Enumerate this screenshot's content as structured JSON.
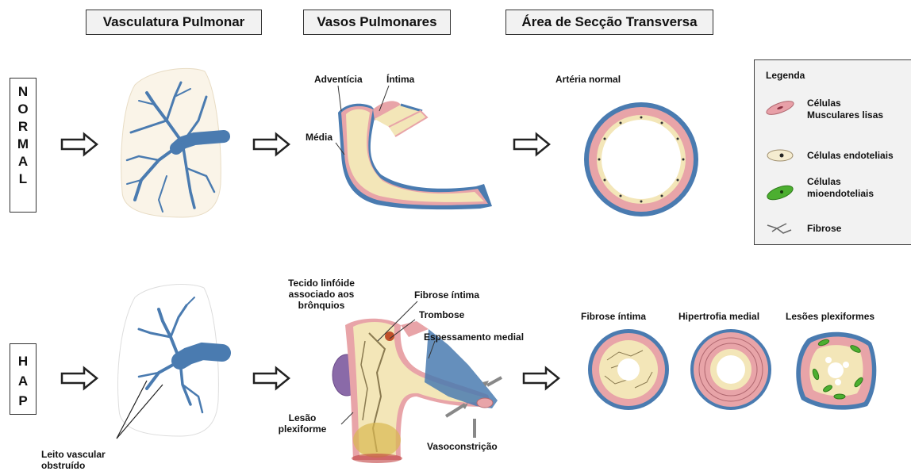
{
  "headers": {
    "vasculature": "Vasculatura Pulmonar",
    "vessels": "Vasos Pulmonares",
    "cross_section": "Área de Secção Transversa"
  },
  "rows": {
    "normal": [
      "N",
      "O",
      "R",
      "M",
      "A",
      "L"
    ],
    "hap": [
      "H",
      "A",
      "P"
    ]
  },
  "normal_labels": {
    "adventicia": "Adventícia",
    "intima": "Íntima",
    "media": "Média",
    "arteria_normal": "Artéria normal"
  },
  "hap_labels": {
    "tecido": "Tecido linfóide associado aos brônquios",
    "fibrose_intima": "Fibrose íntima",
    "trombose": "Trombose",
    "espessamento": "Espessamento  medial",
    "lesao": "Lesão plexiforme",
    "vasoconstricao": "Vasoconstrição",
    "leito": "Leito vascular obstruído",
    "cs_fibrose": "Fibrose íntima",
    "cs_hipertrofia": "Hipertrofia medial",
    "cs_lesoes": "Lesões plexiformes"
  },
  "legend": {
    "title": "Legenda",
    "items": [
      {
        "label": "Células Musculares lisas",
        "icon": "smooth-muscle-cell-icon",
        "color": "#e8a0a8"
      },
      {
        "label": "Células endoteliais",
        "icon": "endothelial-cell-icon",
        "color": "#f5ecd0"
      },
      {
        "label": "Células mioendoteliais",
        "icon": "myoendothelial-cell-icon",
        "color": "#4caf30"
      },
      {
        "label": "Fibrose",
        "icon": "fibrosis-icon",
        "color": "#888888"
      }
    ]
  },
  "colors": {
    "vessel_blue": "#4a7bb0",
    "muscle_pink": "#e8a4a8",
    "intima_cream": "#f3e6b8",
    "lung_bg": "#faf4e8",
    "plexiform_purple": "#8a6aa8"
  }
}
